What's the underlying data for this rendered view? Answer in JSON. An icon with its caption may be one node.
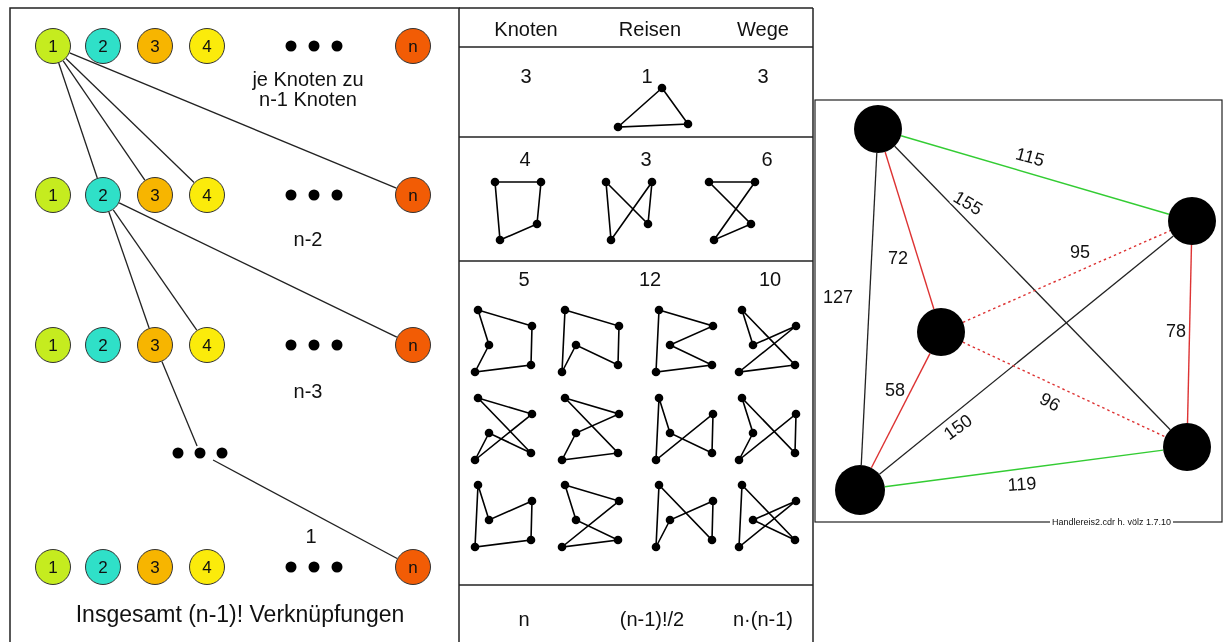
{
  "diagram": {
    "nodes": [
      {
        "text": [
          "1"
        ]
      },
      {
        "text": [
          "2"
        ]
      },
      {
        "text": [
          "3"
        ]
      },
      {
        "text": [
          "4"
        ]
      },
      {
        "text": [
          "n"
        ]
      },
      {
        "text": [
          "1"
        ]
      },
      {
        "text": [
          "2"
        ]
      },
      {
        "text": [
          "3"
        ]
      },
      {
        "text": [
          "4"
        ]
      },
      {
        "text": [
          "n"
        ]
      },
      {
        "text": [
          "1"
        ]
      },
      {
        "text": [
          "2"
        ]
      },
      {
        "text": [
          "3"
        ]
      },
      {
        "text": [
          "4"
        ]
      },
      {
        "text": [
          "n"
        ]
      },
      {
        "text": [],
        "shape": "dots"
      },
      {
        "text": [
          "1"
        ]
      },
      {
        "text": [
          "2"
        ]
      },
      {
        "text": [
          "3"
        ]
      },
      {
        "text": [
          "4"
        ]
      },
      {
        "text": [
          "n"
        ]
      },
      {
        "text": [],
        "shape": "circle"
      },
      {
        "text": [],
        "shape": "circle"
      },
      {
        "text": [],
        "shape": "circle"
      },
      {
        "text": [],
        "shape": "circle"
      },
      {
        "text": [],
        "shape": "circle"
      }
    ],
    "edges": [
      {
        "from": 0,
        "to": 6,
        "arrow": "none"
      },
      {
        "from": 0,
        "to": 7,
        "arrow": "none"
      },
      {
        "from": 0,
        "to": 8,
        "arrow": "none"
      },
      {
        "from": 0,
        "to": 9,
        "arrow": "none"
      },
      {
        "from": 6,
        "to": 12,
        "arrow": "none"
      },
      {
        "from": 6,
        "to": 13,
        "arrow": "none"
      },
      {
        "from": 6,
        "to": 14,
        "arrow": "none"
      },
      {
        "from": 12,
        "to": 15,
        "arrow": "none"
      },
      {
        "from": 15,
        "to": 20,
        "arrow": "none"
      },
      {
        "from": 21,
        "to": 22,
        "arrow": "none",
        "label": "115",
        "color": "#33cc33"
      },
      {
        "from": 21,
        "to": 25,
        "arrow": "none",
        "label": "127"
      },
      {
        "from": 21,
        "to": 23,
        "arrow": "none",
        "label": "72",
        "color": "#dd3333"
      },
      {
        "from": 21,
        "to": 24,
        "arrow": "none",
        "label": "155"
      },
      {
        "from": 23,
        "to": 22,
        "arrow": "none",
        "label": "95",
        "color": "#dd3333",
        "style": "dashed"
      },
      {
        "from": 22,
        "to": 25,
        "arrow": "none",
        "label": "150"
      },
      {
        "from": 22,
        "to": 24,
        "arrow": "none",
        "label": "78",
        "color": "#dd3333"
      },
      {
        "from": 23,
        "to": 25,
        "arrow": "none",
        "label": "58",
        "color": "#dd3333"
      },
      {
        "from": 23,
        "to": 24,
        "arrow": "none",
        "label": "96",
        "color": "#dd3333",
        "style": "dashed"
      },
      {
        "from": 25,
        "to": 24,
        "arrow": "none",
        "label": "119",
        "color": "#33cc33"
      }
    ],
    "labels": [
      "je Knoten zu n-1 Knoten",
      "n-2",
      "n-3",
      "1",
      "Insgesamt (n-1)! Verknüpfungen",
      "Knoten",
      "Reisen",
      "Wege",
      "3",
      "1",
      "3",
      "4",
      "3",
      "6",
      "5",
      "12",
      "10",
      "n",
      "(n-1)!/2",
      "n·(n-1)",
      "Handlereis2.cdr h. völz 1.7.10"
    ]
  }
}
